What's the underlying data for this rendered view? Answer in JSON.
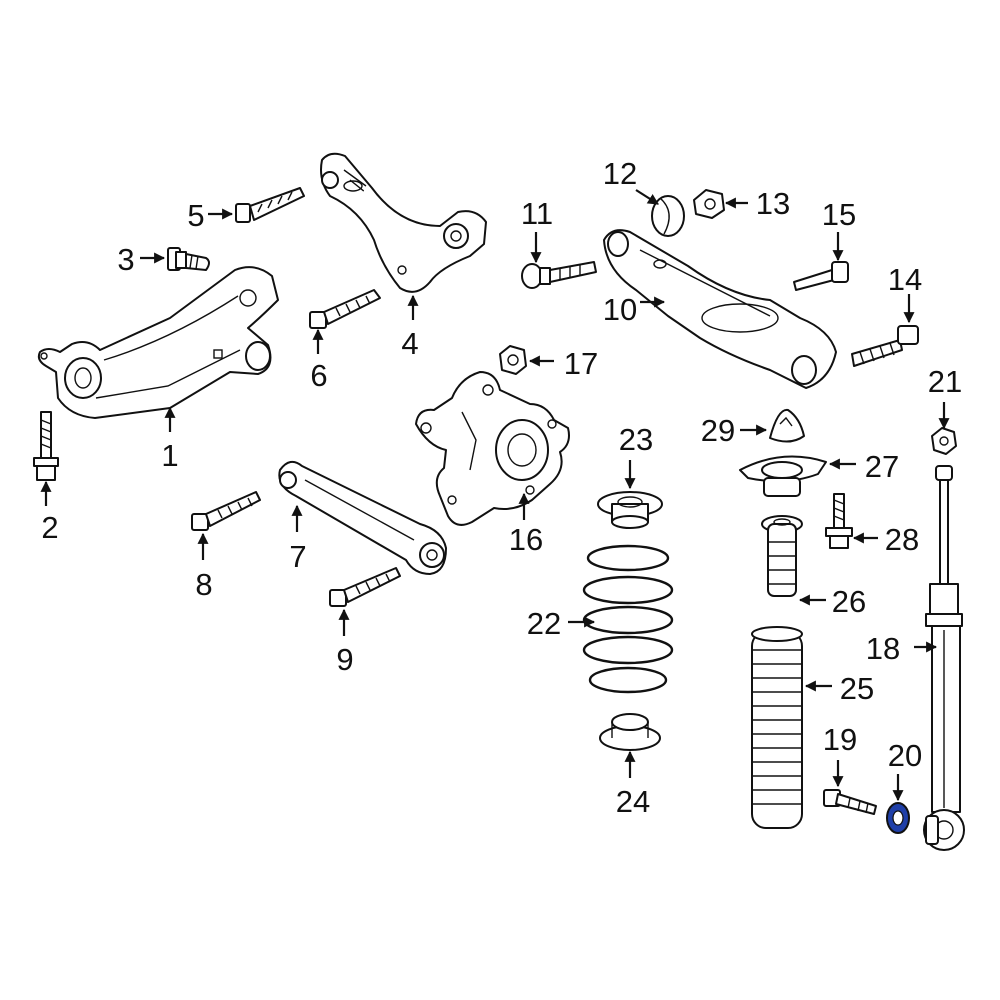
{
  "diagram": {
    "accent_color": "#1f3fa8",
    "highlighted_callout": "20",
    "callouts": [
      {
        "id": "1",
        "text": "1"
      },
      {
        "id": "2",
        "text": "2"
      },
      {
        "id": "3",
        "text": "3"
      },
      {
        "id": "4",
        "text": "4"
      },
      {
        "id": "5",
        "text": "5"
      },
      {
        "id": "6",
        "text": "6"
      },
      {
        "id": "7",
        "text": "7"
      },
      {
        "id": "8",
        "text": "8"
      },
      {
        "id": "9",
        "text": "9"
      },
      {
        "id": "10",
        "text": "10"
      },
      {
        "id": "11",
        "text": "11"
      },
      {
        "id": "12",
        "text": "12"
      },
      {
        "id": "13",
        "text": "13"
      },
      {
        "id": "14",
        "text": "14"
      },
      {
        "id": "15",
        "text": "15"
      },
      {
        "id": "16",
        "text": "16"
      },
      {
        "id": "17",
        "text": "17"
      },
      {
        "id": "18",
        "text": "18"
      },
      {
        "id": "19",
        "text": "19"
      },
      {
        "id": "20",
        "text": "20"
      },
      {
        "id": "21",
        "text": "21"
      },
      {
        "id": "22",
        "text": "22"
      },
      {
        "id": "23",
        "text": "23"
      },
      {
        "id": "24",
        "text": "24"
      },
      {
        "id": "25",
        "text": "25"
      },
      {
        "id": "26",
        "text": "26"
      },
      {
        "id": "27",
        "text": "27"
      },
      {
        "id": "28",
        "text": "28"
      },
      {
        "id": "29",
        "text": "29"
      }
    ]
  }
}
